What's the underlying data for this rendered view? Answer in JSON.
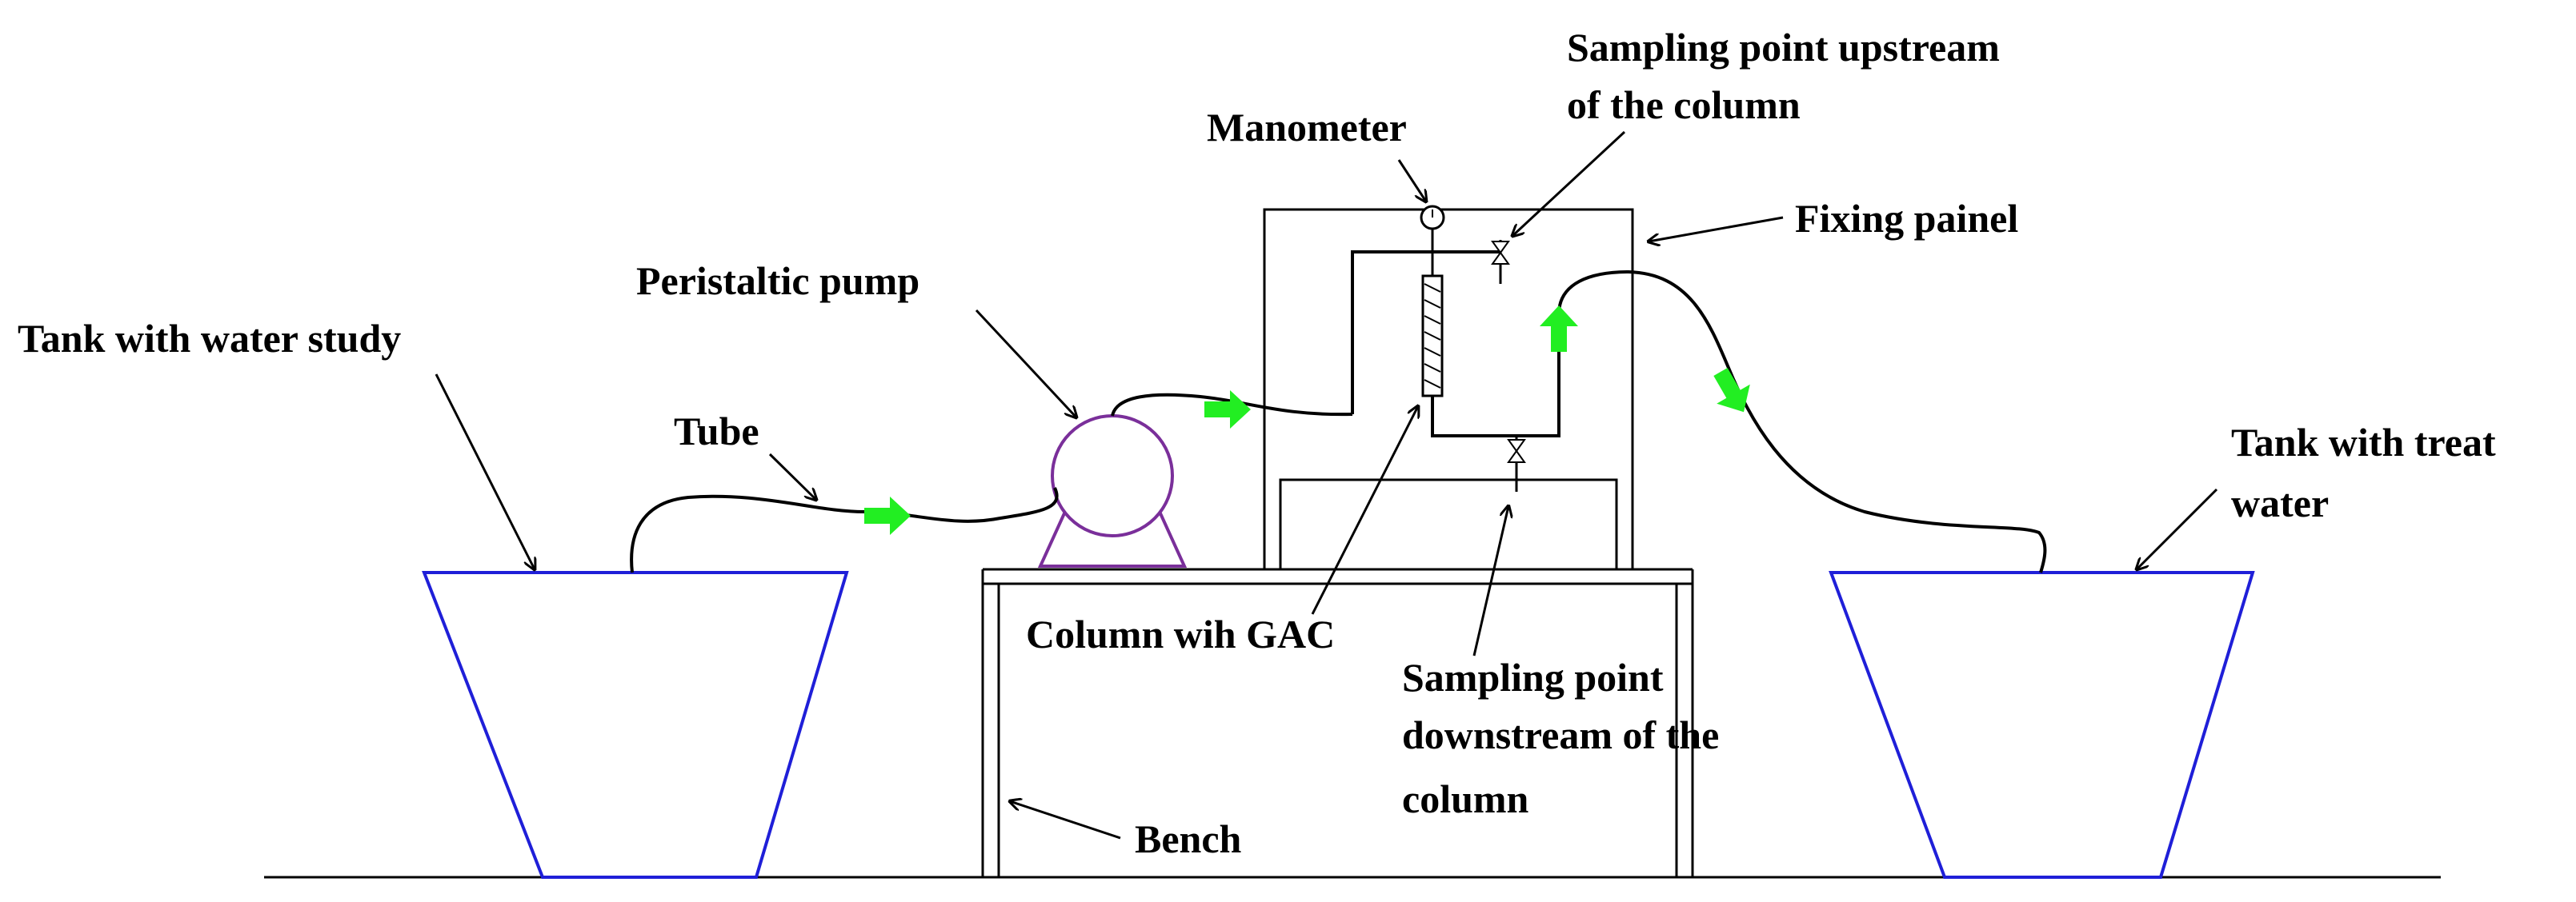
{
  "labels": {
    "tank_in": "Tank with water study",
    "tube": "Tube",
    "pump": "Peristaltic pump",
    "manometer": "Manometer",
    "sampling_up_1": "Sampling point upstream",
    "sampling_up_2": "of the column",
    "fixing": "Fixing painel",
    "tank_out_1": "Tank with treat",
    "tank_out_2": "water",
    "column": "Column wih GAC",
    "sampling_down_1": "Sampling point",
    "sampling_down_2": "downstream of the",
    "sampling_down_3": "column",
    "bench": "Bench"
  },
  "colors": {
    "tank_outline": "#1f1fd8",
    "pump_outline": "#7a2f9a",
    "flow_arrow": "#22ee22",
    "line": "#000000"
  },
  "icons": {
    "manometer": "pressure-gauge-icon",
    "valve": "valve-icon",
    "flow": "flow-arrow-icon"
  }
}
